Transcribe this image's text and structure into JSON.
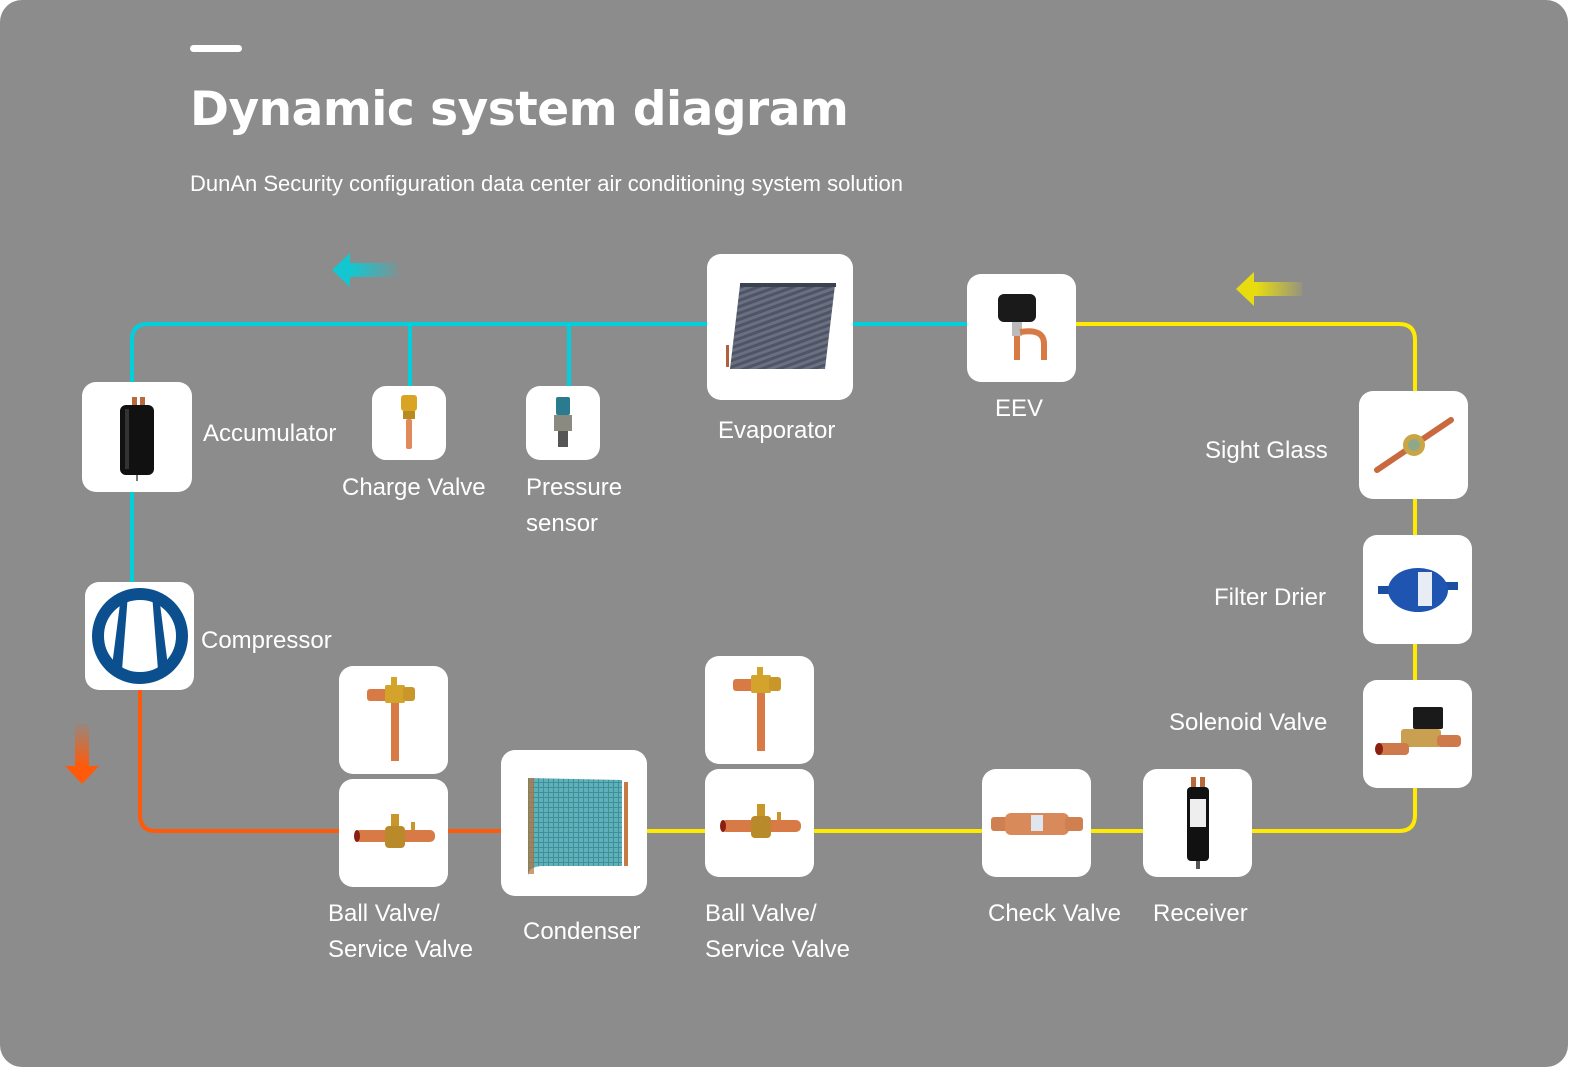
{
  "header": {
    "title": "Dynamic system diagram",
    "subtitle": "DunAn Security configuration data center air conditioning system solution"
  },
  "colors": {
    "background": "#8c8c8c",
    "suction_line": "#00d0dc",
    "liquid_line": "#ffea00",
    "discharge_line": "#ff5a0a",
    "compressor_logo": "#0b4f8f"
  },
  "flow_arrows": [
    {
      "name": "suction-flow-arrow",
      "direction": "left",
      "color": "#00d0dc"
    },
    {
      "name": "liquid-flow-arrow",
      "direction": "left",
      "color": "#ffea00"
    },
    {
      "name": "discharge-flow-arrow",
      "direction": "down",
      "color": "#ff5a0a"
    }
  ],
  "components": {
    "accumulator": {
      "label": "Accumulator",
      "icon": "accumulator-icon"
    },
    "charge_valve": {
      "label": "Charge Valve",
      "icon": "charge-valve-icon"
    },
    "pressure_sensor": {
      "label_line1": "Pressure",
      "label_line2": "sensor",
      "icon": "pressure-sensor-icon"
    },
    "evaporator": {
      "label": "Evaporator",
      "icon": "evaporator-coil-icon"
    },
    "eev": {
      "label": "EEV",
      "icon": "electronic-expansion-valve-icon"
    },
    "sight_glass": {
      "label": "Sight Glass",
      "icon": "sight-glass-icon"
    },
    "filter_drier": {
      "label": "Filter Drier",
      "icon": "filter-drier-icon"
    },
    "solenoid_valve": {
      "label": "Solenoid Valve",
      "icon": "solenoid-valve-icon"
    },
    "compressor": {
      "label": "Compressor",
      "icon": "compressor-logo-icon"
    },
    "ball_valve_1": {
      "label_line1": "Ball Valve/",
      "label_line2": "Service Valve",
      "icon": "ball-valve-icon"
    },
    "service_valve_1": {
      "icon": "service-valve-icon"
    },
    "condenser": {
      "label": "Condenser",
      "icon": "condenser-coil-icon"
    },
    "ball_valve_2": {
      "label_line1": "Ball Valve/",
      "label_line2": "Service Valve",
      "icon": "ball-valve-icon"
    },
    "service_valve_2": {
      "icon": "service-valve-icon"
    },
    "check_valve": {
      "label": "Check Valve",
      "icon": "check-valve-icon"
    },
    "receiver": {
      "label": "Receiver",
      "icon": "receiver-icon"
    }
  }
}
